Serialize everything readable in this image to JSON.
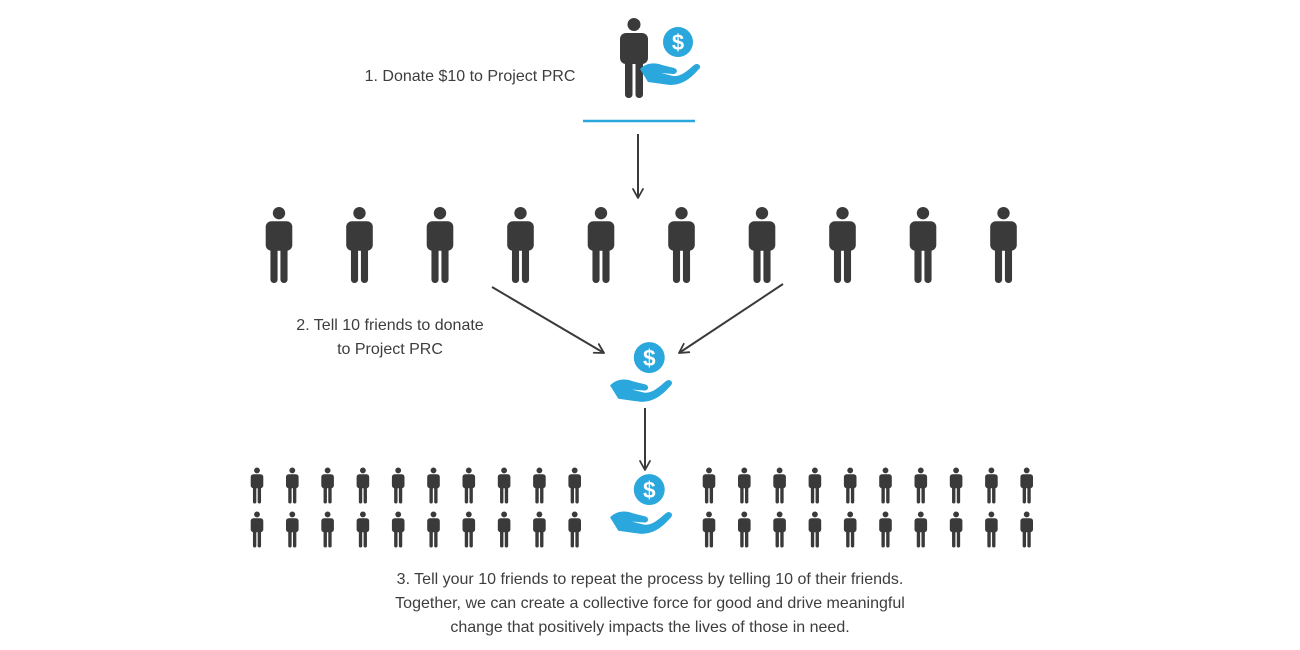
{
  "steps": {
    "step1": "1. Donate $10 to Project PRC",
    "step2_line1": "2. Tell 10 friends to donate",
    "step2_line2": "to Project PRC",
    "step3_line1": "3. Tell your 10 friends to repeat the process by telling 10 of their friends.",
    "step3_line2": "Together, we can create a collective force for good and drive meaningful",
    "step3_line3": "change that positively impacts the lives of those in need."
  },
  "icons": {
    "person": "person-icon",
    "donation": "hand-holding-dollar-icon",
    "arrow": "arrow-icon"
  },
  "colors": {
    "person": "#3a3a3a",
    "accent": "#2aa7dc",
    "text": "#3d3d3d",
    "background": "#ffffff"
  },
  "counts": {
    "friends_row": 10,
    "left_group": 20,
    "right_group": 20
  }
}
